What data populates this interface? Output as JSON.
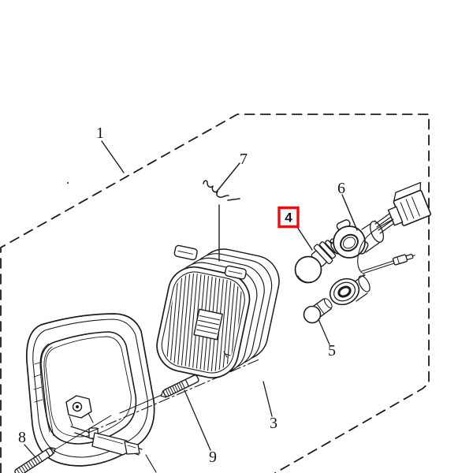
{
  "diagram": {
    "background": "#ffffff",
    "ink_color": "#1c1c1c",
    "highlight_color": "#e8100f",
    "highlighted_part": "4"
  },
  "parts": {
    "1": {
      "label": "1"
    },
    "3": {
      "label": "3"
    },
    "4": {
      "label": "4"
    },
    "5": {
      "label": "5"
    },
    "6": {
      "label": "6"
    },
    "7": {
      "label": "7"
    },
    "8": {
      "label": "8"
    },
    "9": {
      "label": "9"
    }
  }
}
